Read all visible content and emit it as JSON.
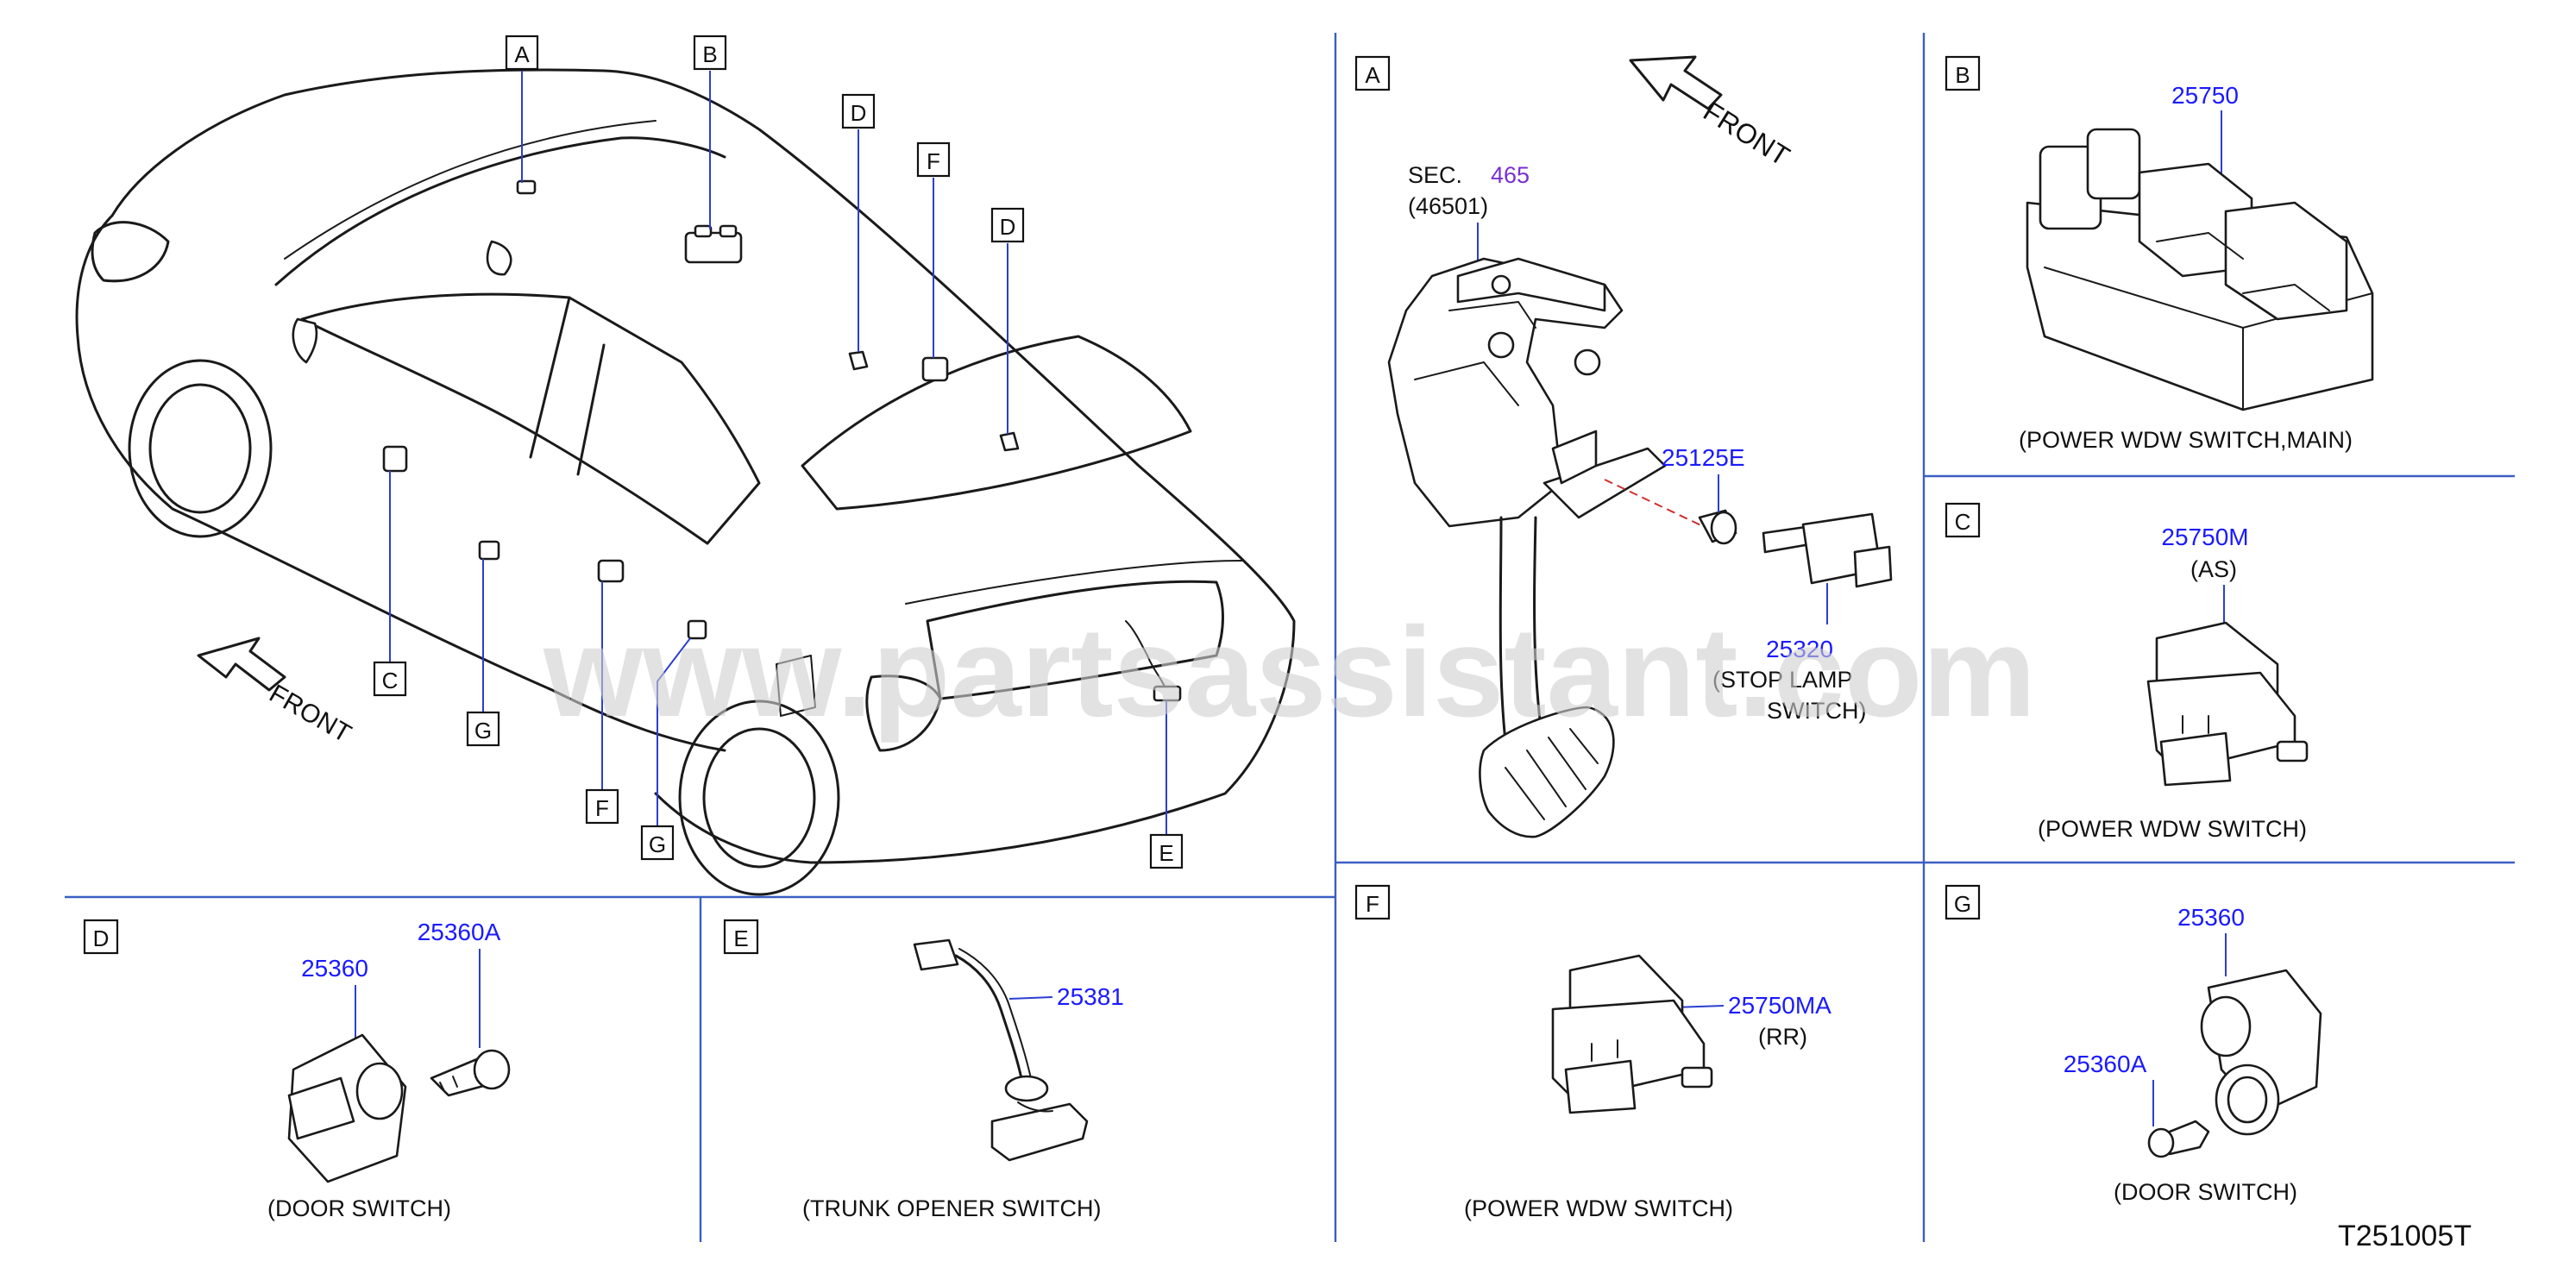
{
  "watermark": "www.partsassistant.com",
  "diagram_code": "T251005T",
  "arrow_label": "FRONT",
  "overview": {
    "callouts": [
      "A",
      "B",
      "C",
      "D",
      "E",
      "F",
      "G"
    ]
  },
  "panels": {
    "A": {
      "label": "A",
      "sec_prefix": "SEC.",
      "sec_number": "465",
      "sec_ref": "(46501)",
      "parts": [
        "25125E",
        "25320"
      ],
      "caption_line1": "(STOP    LAMP",
      "caption_line2": "SWITCH)"
    },
    "B": {
      "label": "B",
      "part": "25750",
      "caption": "(POWER    WDW    SWITCH,MAIN)"
    },
    "C": {
      "label": "C",
      "part": "25750M",
      "variant": "(AS)",
      "caption": "(POWER    WDW    SWITCH)"
    },
    "D": {
      "label": "D",
      "parts": [
        "25360",
        "25360A"
      ],
      "caption": "(DOOR    SWITCH)"
    },
    "E": {
      "label": "E",
      "part": "25381",
      "caption": "(TRUNK    OPENER    SWITCH)"
    },
    "F": {
      "label": "F",
      "part": "25750MA",
      "variant": "(RR)",
      "caption": "(POWER    WDW    SWITCH)"
    },
    "G": {
      "label": "G",
      "parts": [
        "25360",
        "25360A"
      ],
      "caption": "(DOOR    SWITCH)"
    }
  },
  "colors": {
    "part_number": "#1a1aff",
    "section_ref": "#7a2fd0",
    "divider": "#3b5fc2",
    "leader": "#2b3fd0"
  }
}
